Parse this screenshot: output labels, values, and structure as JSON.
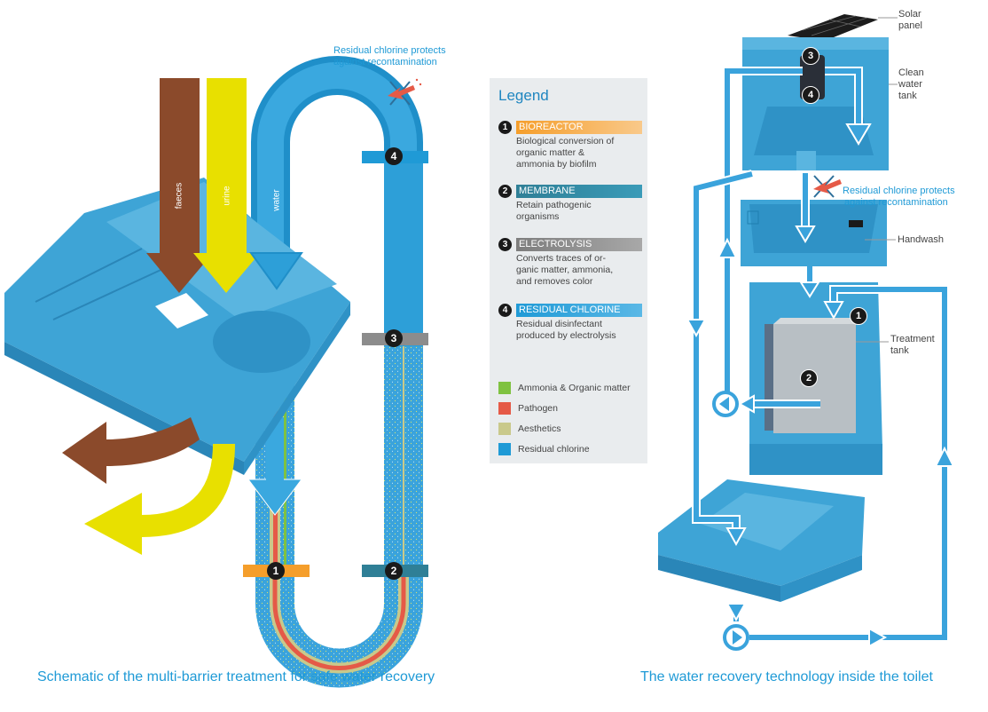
{
  "left_panel": {
    "flow_labels": {
      "faeces": "faeces",
      "urine": "urine",
      "water": "water"
    },
    "chlorine_note": [
      "Residual chlorine protects",
      "against recontamination"
    ],
    "stage_markers": [
      "1",
      "2",
      "3",
      "4"
    ],
    "caption": "Schematic of the multi-barrier treatment for safe water recovery"
  },
  "legend": {
    "title": "Legend",
    "items": [
      {
        "num": "1",
        "heading": "BIOREACTOR",
        "color": "#f59e2b",
        "desc": [
          "Biological conversion of",
          "organic matter &",
          "ammonia by biofilm"
        ]
      },
      {
        "num": "2",
        "heading": "MEMBRANE",
        "color": "#2f7f96",
        "desc": [
          "Retain pathogenic",
          "organisms"
        ]
      },
      {
        "num": "3",
        "heading": "ELECTROLYSIS",
        "color": "#8c8c8c",
        "desc": [
          "Converts traces of or-",
          "ganic matter, ammonia,",
          "and removes color"
        ]
      },
      {
        "num": "4",
        "heading": "RESIDUAL CHLORINE",
        "color": "#1f9ad6",
        "desc": [
          "Residual disinfectant",
          "produced by electrolysis"
        ]
      }
    ],
    "swatches": [
      {
        "label": "Ammonia & Organic matter",
        "color": "#7fc241"
      },
      {
        "label": "Pathogen",
        "color": "#e55a47"
      },
      {
        "label": "Aesthetics",
        "color": "#c9c98b"
      },
      {
        "label": "Residual chlorine",
        "color": "#1f9ad6"
      }
    ]
  },
  "right_panel": {
    "labels": {
      "solar_panel": [
        "Solar",
        "panel"
      ],
      "clean_water_tank": [
        "Clean",
        "water",
        "tank"
      ],
      "handwash": "Handwash",
      "treatment_tank": [
        "Treatment",
        "tank"
      ]
    },
    "chlorine_note": [
      "Residual chlorine protects",
      "against recontamination"
    ],
    "stage_markers": {
      "electrolysis": "3",
      "chlorine": "4",
      "bioreactor": "1",
      "membrane": "2"
    },
    "caption": "The water recovery technology inside the toilet"
  },
  "colors": {
    "faeces": "#8b4a2b",
    "urine": "#e8e000",
    "water": "#2b9ed8",
    "device": "#3ea4d6"
  }
}
